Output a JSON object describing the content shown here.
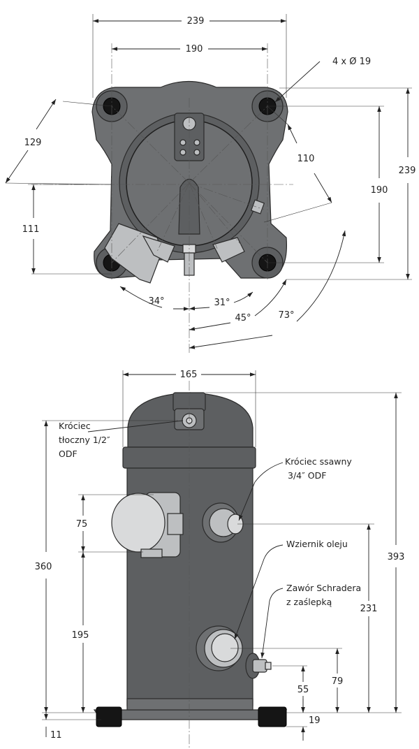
{
  "top_view": {
    "dimensions": {
      "overall_width": "239",
      "mount_spacing_x": "190",
      "hole_spec": "4 x Ø 19",
      "diag_left": "129",
      "diag_right": "110",
      "overall_height": "239",
      "mount_spacing_y": "190",
      "side_offset": "111"
    },
    "angles": [
      "34°",
      "31°",
      "45°",
      "73°"
    ]
  },
  "front_view": {
    "dimensions": {
      "width": "165",
      "height_360": "360",
      "height_393": "393",
      "d75": "75",
      "d195": "195",
      "d231": "231",
      "d79": "79",
      "d55": "55",
      "d19": "19",
      "d11": "11"
    },
    "callouts": {
      "discharge": [
        "Króciec",
        "tłoczny 1/2″",
        "ODF"
      ],
      "suction": [
        "Króciec ssawny",
        "3/4″ ODF"
      ],
      "sight_glass": "Wziernik oleju",
      "schrader": [
        "Zawór Schradera",
        "z zaślepką"
      ]
    }
  },
  "colors": {
    "body": "#5d5f61",
    "fitting": "#bdbfc1",
    "foot": "#151515"
  }
}
